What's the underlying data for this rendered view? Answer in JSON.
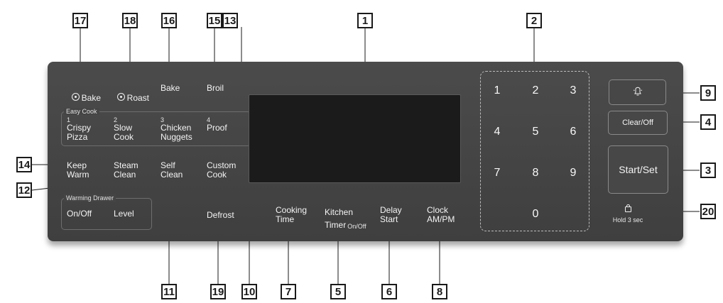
{
  "panel": {
    "cooking_modes": {
      "convection_bake": "Bake",
      "convection_roast": "Roast",
      "bake": "Bake",
      "broil": "Broil"
    },
    "easy_cook": {
      "title": "Easy Cook",
      "items": [
        {
          "number": "1",
          "label": "Crispy\nPizza"
        },
        {
          "number": "2",
          "label": "Slow\nCook"
        },
        {
          "number": "3",
          "label": "Chicken\nNuggets"
        },
        {
          "number": "4",
          "label": "Proof"
        }
      ]
    },
    "keep_warm": "Keep\nWarm",
    "steam_clean": "Steam\nClean",
    "self_clean": "Self\nClean",
    "custom_cook": "Custom\nCook",
    "defrost": "Defrost",
    "warming_drawer": {
      "title": "Warming Drawer",
      "on_off": "On/Off",
      "level": "Level"
    },
    "cooking_time": "Cooking\nTime",
    "kitchen_timer": "Kitchen\nTimer",
    "kitchen_timer_sub": "On/Off",
    "delay_start": "Delay\nStart",
    "clock": "Clock\nAM/PM",
    "keypad": [
      "1",
      "2",
      "3",
      "4",
      "5",
      "6",
      "7",
      "8",
      "9",
      "0"
    ],
    "clear_off": "Clear/Off",
    "start_set": "Start/Set",
    "lock_label": "Hold 3 sec"
  },
  "callouts": {
    "c1": "1",
    "c2": "2",
    "c3": "3",
    "c4": "4",
    "c5": "5",
    "c6": "6",
    "c7": "7",
    "c8": "8",
    "c9": "9",
    "c10": "10",
    "c11": "11",
    "c12": "12",
    "c13": "13",
    "c14": "14",
    "c15": "15",
    "c16": "16",
    "c17": "17",
    "c18": "18",
    "c19": "19",
    "c20": "20"
  },
  "icons": {
    "light": "light-bulb-icon",
    "lock": "lock-icon",
    "convection_fan": "convection-fan-icon"
  }
}
